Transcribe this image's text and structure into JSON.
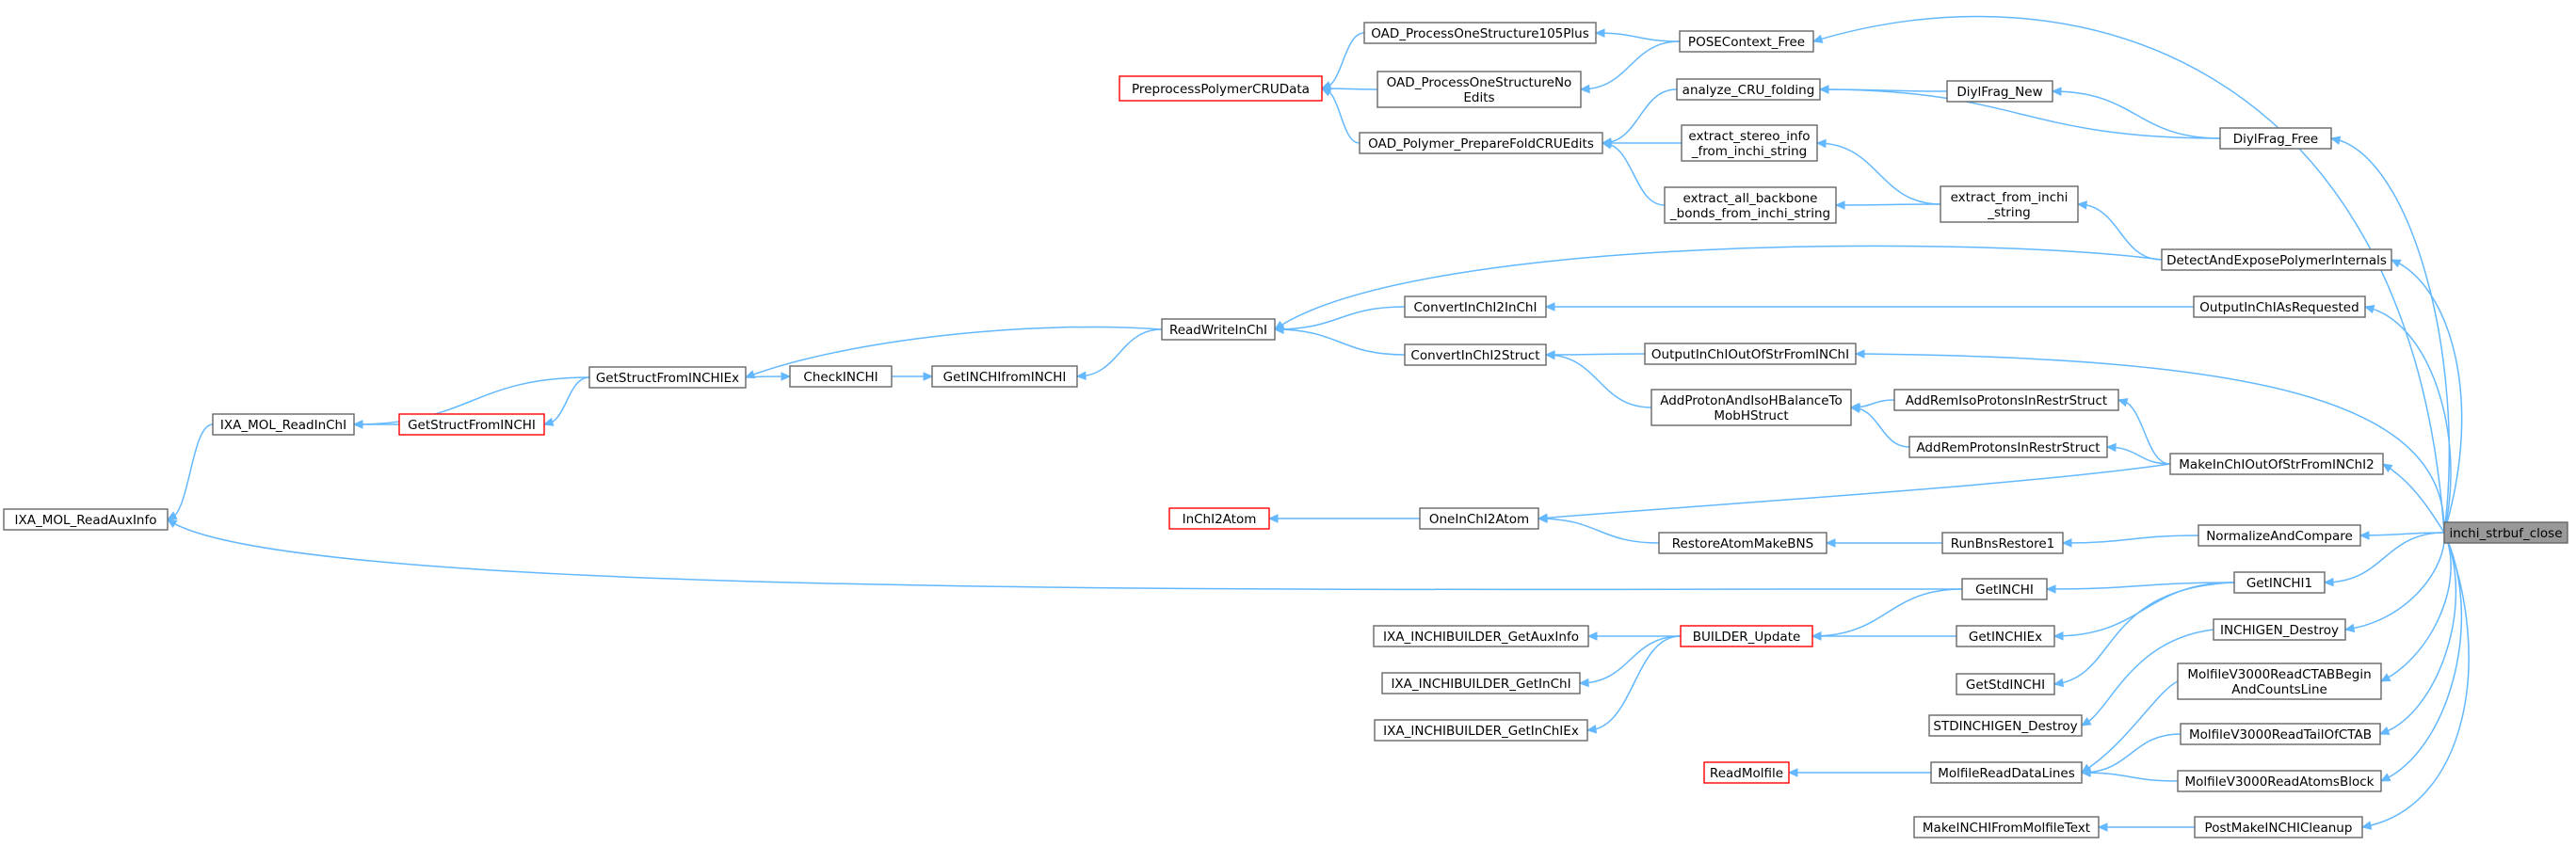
{
  "graph": {
    "title": "",
    "colors": {
      "edge": "#63b8ff",
      "node_border": "#666666",
      "truncated_border": "#ff0000",
      "focus_fill": "#999999",
      "background": "#ffffff"
    },
    "nodes": [
      {
        "id": "inchi_strbuf_close",
        "label": [
          "inchi_strbuf_close"
        ],
        "focus": true
      },
      {
        "id": "POSEContext_Free",
        "label": [
          "POSEContext_Free"
        ]
      },
      {
        "id": "OAD_ProcessOneStructure105Plus",
        "label": [
          "OAD_ProcessOneStructure105Plus"
        ]
      },
      {
        "id": "OAD_ProcessOneStructureNoEdits",
        "label": [
          "OAD_ProcessOneStructureNo",
          "Edits"
        ]
      },
      {
        "id": "PreprocessPolymerCRUData",
        "label": [
          "PreprocessPolymerCRUData"
        ],
        "truncated": true
      },
      {
        "id": "OAD_Polymer_PrepareFoldCRUEdits",
        "label": [
          "OAD_Polymer_PrepareFoldCRUEdits"
        ]
      },
      {
        "id": "analyze_CRU_folding",
        "label": [
          "analyze_CRU_folding"
        ]
      },
      {
        "id": "DiylFrag_New",
        "label": [
          "DiylFrag_New"
        ]
      },
      {
        "id": "DiylFrag_Free",
        "label": [
          "DiylFrag_Free"
        ]
      },
      {
        "id": "extract_stereo_info",
        "label": [
          "extract_stereo_info",
          "_from_inchi_string"
        ]
      },
      {
        "id": "extract_all_backbone",
        "label": [
          "extract_all_backbone",
          "_bonds_from_inchi_string"
        ]
      },
      {
        "id": "extract_from_inchi_string",
        "label": [
          "extract_from_inchi",
          "_string"
        ]
      },
      {
        "id": "DetectAndExposePolymerInternals",
        "label": [
          "DetectAndExposePolymerInternals"
        ]
      },
      {
        "id": "ReadWriteInChI",
        "label": [
          "ReadWriteInChI"
        ]
      },
      {
        "id": "ConvertInChI2InChI",
        "label": [
          "ConvertInChI2InChI"
        ]
      },
      {
        "id": "OutputInChIAsRequested",
        "label": [
          "OutputInChIAsRequested"
        ]
      },
      {
        "id": "ConvertInChI2Struct",
        "label": [
          "ConvertInChI2Struct"
        ]
      },
      {
        "id": "OutputInChIOutOfStrFromINChI",
        "label": [
          "OutputInChIOutOfStrFromINChI"
        ]
      },
      {
        "id": "GetStructFromINCHIEx",
        "label": [
          "GetStructFromINCHIEx"
        ]
      },
      {
        "id": "CheckINCHI",
        "label": [
          "CheckINCHI"
        ]
      },
      {
        "id": "GetINCHIfromINCHI",
        "label": [
          "GetINCHIfromINCHI"
        ]
      },
      {
        "id": "IXA_MOL_ReadInChI",
        "label": [
          "IXA_MOL_ReadInChI"
        ]
      },
      {
        "id": "GetStructFromINCHI",
        "label": [
          "GetStructFromINCHI"
        ],
        "truncated": true
      },
      {
        "id": "AddProtonAndIsoHBalanceToMobHStruct",
        "label": [
          "AddProtonAndIsoHBalanceTo",
          "MobHStruct"
        ]
      },
      {
        "id": "AddRemIsoProtonsInRestrStruct",
        "label": [
          "AddRemIsoProtonsInRestrStruct"
        ]
      },
      {
        "id": "AddRemProtonsInRestrStruct",
        "label": [
          "AddRemProtonsInRestrStruct"
        ]
      },
      {
        "id": "MakeInChIOutOfStrFromINChI2",
        "label": [
          "MakeInChIOutOfStrFromINChI2"
        ]
      },
      {
        "id": "IXA_MOL_ReadAuxInfo",
        "label": [
          "IXA_MOL_ReadAuxInfo"
        ]
      },
      {
        "id": "InChI2Atom",
        "label": [
          "InChI2Atom"
        ],
        "truncated": true
      },
      {
        "id": "OneInChI2Atom",
        "label": [
          "OneInChI2Atom"
        ]
      },
      {
        "id": "RestoreAtomMakeBNS",
        "label": [
          "RestoreAtomMakeBNS"
        ]
      },
      {
        "id": "RunBnsRestore1",
        "label": [
          "RunBnsRestore1"
        ]
      },
      {
        "id": "NormalizeAndCompare",
        "label": [
          "NormalizeAndCompare"
        ]
      },
      {
        "id": "GetINCHI",
        "label": [
          "GetINCHI"
        ]
      },
      {
        "id": "GetINCHI1",
        "label": [
          "GetINCHI1"
        ]
      },
      {
        "id": "IXA_INCHIBUILDER_GetAuxInfo",
        "label": [
          "IXA_INCHIBUILDER_GetAuxInfo"
        ]
      },
      {
        "id": "BUILDER_Update",
        "label": [
          "BUILDER_Update"
        ],
        "truncated": true
      },
      {
        "id": "GetINCHIEx",
        "label": [
          "GetINCHIEx"
        ]
      },
      {
        "id": "INCHIGEN_Destroy",
        "label": [
          "INCHIGEN_Destroy"
        ]
      },
      {
        "id": "IXA_INCHIBUILDER_GetInChI",
        "label": [
          "IXA_INCHIBUILDER_GetInChI"
        ]
      },
      {
        "id": "GetStdINCHI",
        "label": [
          "GetStdINCHI"
        ]
      },
      {
        "id": "MolfileV3000ReadCTABBeginAndCountsLine",
        "label": [
          "MolfileV3000ReadCTABBegin",
          "AndCountsLine"
        ]
      },
      {
        "id": "IXA_INCHIBUILDER_GetInChIEx",
        "label": [
          "IXA_INCHIBUILDER_GetInChIEx"
        ]
      },
      {
        "id": "STDINCHIGEN_Destroy",
        "label": [
          "STDINCHIGEN_Destroy"
        ]
      },
      {
        "id": "MolfileV3000ReadTailOfCTAB",
        "label": [
          "MolfileV3000ReadTailOfCTAB"
        ]
      },
      {
        "id": "ReadMolfile",
        "label": [
          "ReadMolfile"
        ],
        "truncated": true
      },
      {
        "id": "MolfileReadDataLines",
        "label": [
          "MolfileReadDataLines"
        ]
      },
      {
        "id": "MolfileV3000ReadAtomsBlock",
        "label": [
          "MolfileV3000ReadAtomsBlock"
        ]
      },
      {
        "id": "MakeINCHIFromMolfileText",
        "label": [
          "MakeINCHIFromMolfileText"
        ]
      },
      {
        "id": "PostMakeINCHICleanup",
        "label": [
          "PostMakeINCHICleanup"
        ]
      }
    ],
    "edges": [
      [
        "OAD_ProcessOneStructure105Plus",
        "POSEContext_Free"
      ],
      [
        "OAD_ProcessOneStructureNoEdits",
        "POSEContext_Free"
      ],
      [
        "POSEContext_Free",
        "inchi_strbuf_close"
      ],
      [
        "PreprocessPolymerCRUData",
        "OAD_ProcessOneStructure105Plus"
      ],
      [
        "PreprocessPolymerCRUData",
        "OAD_ProcessOneStructureNoEdits"
      ],
      [
        "PreprocessPolymerCRUData",
        "OAD_Polymer_PrepareFoldCRUEdits"
      ],
      [
        "OAD_Polymer_PrepareFoldCRUEdits",
        "analyze_CRU_folding"
      ],
      [
        "OAD_Polymer_PrepareFoldCRUEdits",
        "extract_stereo_info"
      ],
      [
        "OAD_Polymer_PrepareFoldCRUEdits",
        "extract_all_backbone"
      ],
      [
        "analyze_CRU_folding",
        "DiylFrag_New"
      ],
      [
        "analyze_CRU_folding",
        "DiylFrag_Free"
      ],
      [
        "DiylFrag_New",
        "DiylFrag_Free"
      ],
      [
        "DiylFrag_Free",
        "inchi_strbuf_close"
      ],
      [
        "extract_stereo_info",
        "extract_from_inchi_string"
      ],
      [
        "extract_all_backbone",
        "extract_from_inchi_string"
      ],
      [
        "extract_from_inchi_string",
        "DetectAndExposePolymerInternals"
      ],
      [
        "ReadWriteInChI",
        "DetectAndExposePolymerInternals"
      ],
      [
        "DetectAndExposePolymerInternals",
        "inchi_strbuf_close"
      ],
      [
        "ReadWriteInChI",
        "ConvertInChI2InChI"
      ],
      [
        "ReadWriteInChI",
        "ConvertInChI2Struct"
      ],
      [
        "ConvertInChI2InChI",
        "OutputInChIAsRequested"
      ],
      [
        "OutputInChIAsRequested",
        "inchi_strbuf_close"
      ],
      [
        "ConvertInChI2Struct",
        "OutputInChIOutOfStrFromINChI"
      ],
      [
        "ConvertInChI2Struct",
        "AddProtonAndIsoHBalanceToMobHStruct"
      ],
      [
        "OutputInChIOutOfStrFromINChI",
        "inchi_strbuf_close"
      ],
      [
        "GetStructFromINCHIEx",
        "ReadWriteInChI"
      ],
      [
        "GetINCHIfromINCHI",
        "ReadWriteInChI"
      ],
      [
        "GetINCHIfromINCHI",
        "CheckINCHI"
      ],
      [
        "CheckINCHI",
        "GetStructFromINCHIEx"
      ],
      [
        "GetStructFromINCHI",
        "GetStructFromINCHIEx"
      ],
      [
        "IXA_MOL_ReadInChI",
        "GetStructFromINCHIEx"
      ],
      [
        "IXA_MOL_ReadInChI",
        "GetStructFromINCHI"
      ],
      [
        "IXA_MOL_ReadAuxInfo",
        "IXA_MOL_ReadInChI"
      ],
      [
        "AddProtonAndIsoHBalanceToMobHStruct",
        "AddRemIsoProtonsInRestrStruct"
      ],
      [
        "AddProtonAndIsoHBalanceToMobHStruct",
        "AddRemProtonsInRestrStruct"
      ],
      [
        "AddRemIsoProtonsInRestrStruct",
        "MakeInChIOutOfStrFromINChI2"
      ],
      [
        "AddRemProtonsInRestrStruct",
        "MakeInChIOutOfStrFromINChI2"
      ],
      [
        "OneInChI2Atom",
        "MakeInChIOutOfStrFromINChI2"
      ],
      [
        "MakeInChIOutOfStrFromINChI2",
        "inchi_strbuf_close"
      ],
      [
        "InChI2Atom",
        "OneInChI2Atom"
      ],
      [
        "OneInChI2Atom",
        "RestoreAtomMakeBNS"
      ],
      [
        "RestoreAtomMakeBNS",
        "RunBnsRestore1"
      ],
      [
        "RunBnsRestore1",
        "NormalizeAndCompare"
      ],
      [
        "NormalizeAndCompare",
        "inchi_strbuf_close"
      ],
      [
        "IXA_MOL_ReadAuxInfo",
        "GetINCHI"
      ],
      [
        "GetINCHI",
        "GetINCHI1"
      ],
      [
        "BUILDER_Update",
        "GetINCHI"
      ],
      [
        "BUILDER_Update",
        "GetINCHIEx"
      ],
      [
        "GetINCHIEx",
        "GetINCHI1"
      ],
      [
        "GetStdINCHI",
        "GetINCHI1"
      ],
      [
        "GetINCHI1",
        "inchi_strbuf_close"
      ],
      [
        "IXA_INCHIBUILDER_GetAuxInfo",
        "BUILDER_Update"
      ],
      [
        "IXA_INCHIBUILDER_GetInChI",
        "BUILDER_Update"
      ],
      [
        "IXA_INCHIBUILDER_GetInChIEx",
        "BUILDER_Update"
      ],
      [
        "STDINCHIGEN_Destroy",
        "INCHIGEN_Destroy"
      ],
      [
        "INCHIGEN_Destroy",
        "inchi_strbuf_close"
      ],
      [
        "MolfileReadDataLines",
        "MolfileV3000ReadCTABBeginAndCountsLine"
      ],
      [
        "MolfileReadDataLines",
        "MolfileV3000ReadTailOfCTAB"
      ],
      [
        "MolfileReadDataLines",
        "MolfileV3000ReadAtomsBlock"
      ],
      [
        "ReadMolfile",
        "MolfileReadDataLines"
      ],
      [
        "MolfileV3000ReadCTABBeginAndCountsLine",
        "inchi_strbuf_close"
      ],
      [
        "MolfileV3000ReadTailOfCTAB",
        "inchi_strbuf_close"
      ],
      [
        "MolfileV3000ReadAtomsBlock",
        "inchi_strbuf_close"
      ],
      [
        "MakeINCHIFromMolfileText",
        "PostMakeINCHICleanup"
      ],
      [
        "PostMakeINCHICleanup",
        "inchi_strbuf_close"
      ]
    ]
  }
}
